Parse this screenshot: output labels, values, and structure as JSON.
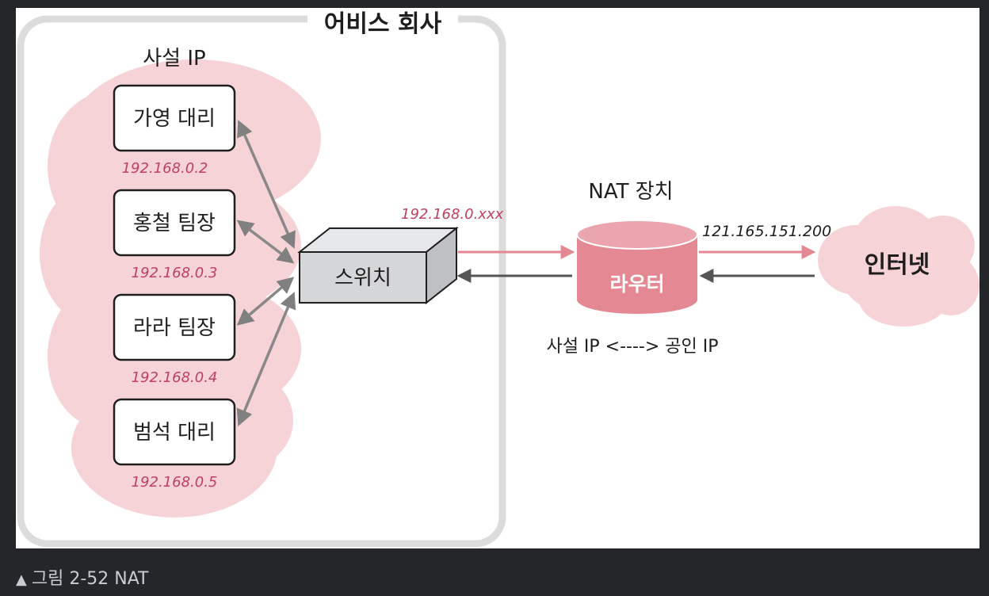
{
  "company": {
    "title": "어비스 회사",
    "private_ip_label": "사설 IP"
  },
  "devices": [
    {
      "name": "가영 대리",
      "ip": "192.168.0.2"
    },
    {
      "name": "홍철 팀장",
      "ip": "192.168.0.3"
    },
    {
      "name": "라라 팀장",
      "ip": "192.168.0.4"
    },
    {
      "name": "범석 대리",
      "ip": "192.168.0.5"
    }
  ],
  "switch": {
    "label": "스위치",
    "ip": "192.168.0.xxx"
  },
  "nat": {
    "title": "NAT 장치",
    "router_label": "라우터",
    "public_ip": "121.165.151.200",
    "mapping": "사설 IP <----> 공인 IP"
  },
  "internet": {
    "label": "인터넷"
  },
  "caption": {
    "marker": "▲",
    "text": "그림 2-52 NAT"
  },
  "colors": {
    "accent_pink": "#e48894",
    "cloud_pink": "#f6d3d6",
    "ip_text": "#c0405f",
    "arrow_gray": "#888888",
    "switch_gray": "#d5d6d8"
  }
}
